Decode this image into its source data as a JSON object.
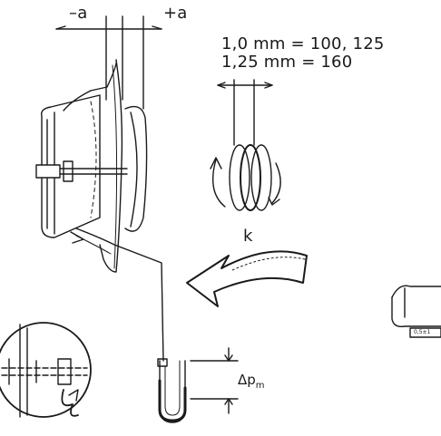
{
  "labels": {
    "minus_a": "–a",
    "plus_a": "+a",
    "rule_line_1": "1,0  mm = 100, 125",
    "rule_line_2": "1,25 mm = 160",
    "arrow_k": "k",
    "delta_p_symbol": "Δp",
    "delta_p_subscript": "m",
    "small_part_label": "0,5±1"
  },
  "colors": {
    "ink": "#1a1a1a",
    "paper": "#ffffff"
  }
}
